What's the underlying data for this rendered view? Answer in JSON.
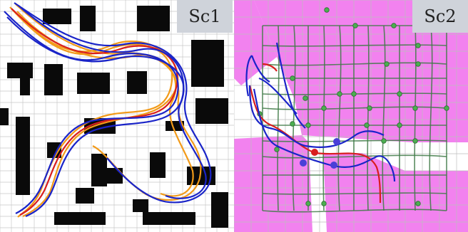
{
  "panels": [
    {
      "label": "Sc1"
    },
    {
      "label": "Sc2"
    }
  ],
  "colors": {
    "obstacle": "#0a0a0a",
    "grid": "#c8c8c8",
    "path_red": "#d81e1e",
    "path_blue": "#1a24c8",
    "path_orange": "#f29a18",
    "graph_edge": "#3f7a46",
    "graph_node": "#4caf50",
    "magenta_region": "#f06cec",
    "blue_node": "#4a3fd8",
    "red_node": "#d81e1e"
  },
  "icons": [
    "grid-map",
    "roadmap-graph"
  ]
}
